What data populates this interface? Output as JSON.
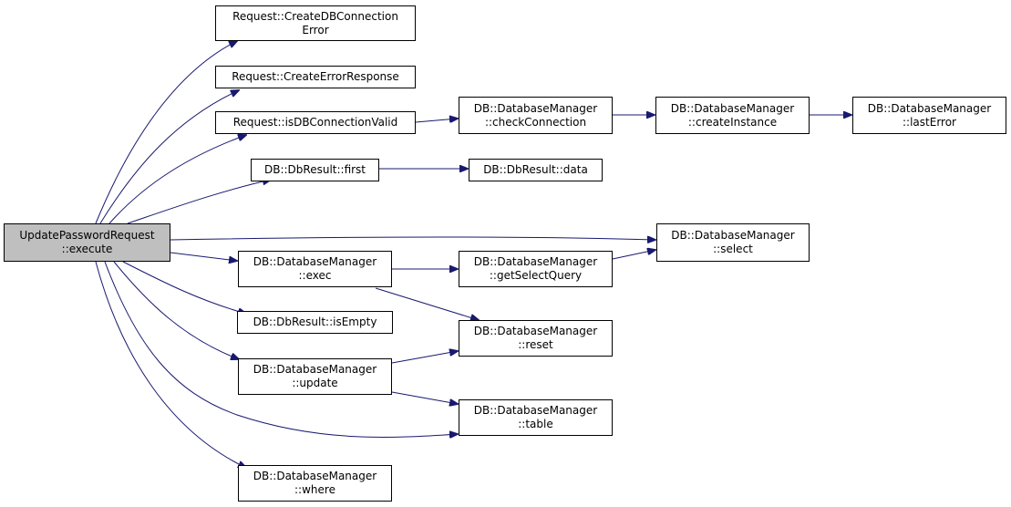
{
  "colors": {
    "edge": "#191970",
    "border": "#000000",
    "root_fill": "#bfbfbf",
    "node_fill": "#ffffff"
  },
  "nodes": {
    "root": {
      "line1": "UpdatePasswordRequest",
      "line2": "::execute"
    },
    "create_db_conn_error": {
      "line1": "Request::CreateDBConnection",
      "line2": "Error"
    },
    "create_error_response": {
      "line1": "Request::CreateErrorResponse"
    },
    "is_db_conn_valid": {
      "line1": "Request::isDBConnectionValid"
    },
    "dbresult_first": {
      "line1": "DB::DbResult::first"
    },
    "dm_exec": {
      "line1": "DB::DatabaseManager",
      "line2": "::exec"
    },
    "dbresult_isempty": {
      "line1": "DB::DbResult::isEmpty"
    },
    "dm_update": {
      "line1": "DB::DatabaseManager",
      "line2": "::update"
    },
    "dm_where": {
      "line1": "DB::DatabaseManager",
      "line2": "::where"
    },
    "dm_check_connection": {
      "line1": "DB::DatabaseManager",
      "line2": "::checkConnection"
    },
    "dbresult_data": {
      "line1": "DB::DbResult::data"
    },
    "dm_get_select_query": {
      "line1": "DB::DatabaseManager",
      "line2": "::getSelectQuery"
    },
    "dm_reset": {
      "line1": "DB::DatabaseManager",
      "line2": "::reset"
    },
    "dm_table": {
      "line1": "DB::DatabaseManager",
      "line2": "::table"
    },
    "dm_create_instance": {
      "line1": "DB::DatabaseManager",
      "line2": "::createInstance"
    },
    "dm_select": {
      "line1": "DB::DatabaseManager",
      "line2": "::select"
    },
    "dm_last_error": {
      "line1": "DB::DatabaseManager",
      "line2": "::lastError"
    }
  }
}
